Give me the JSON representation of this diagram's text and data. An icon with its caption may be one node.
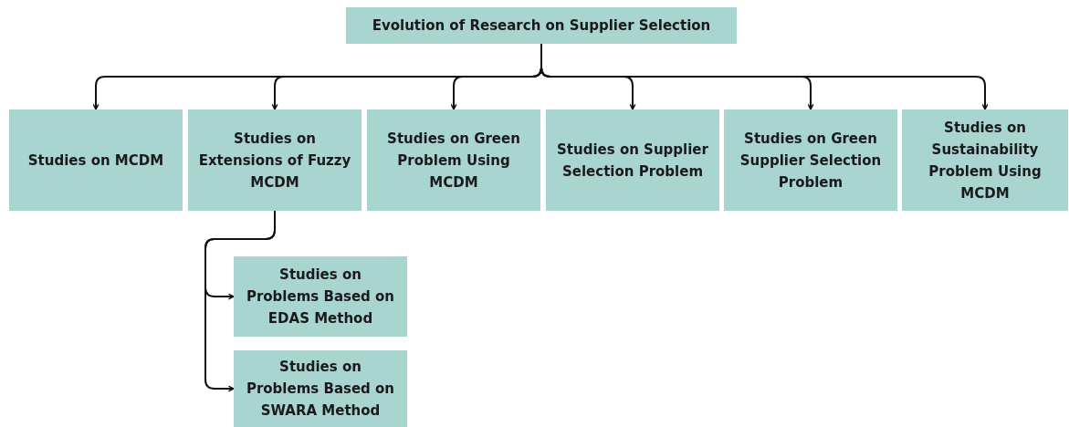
{
  "diagram": {
    "nodes": [
      {
        "text": [
          "Evolution of Research on Supplier Selection"
        ]
      },
      {
        "text": [
          "Studies on MCDM"
        ]
      },
      {
        "text": [
          "Studies on Extensions of Fuzzy MCDM"
        ]
      },
      {
        "text": [
          "Studies on Green Problem Using MCDM"
        ]
      },
      {
        "text": [
          "Studies on Supplier Selection Problem"
        ]
      },
      {
        "text": [
          "Studies on Green Supplier Selection Problem"
        ]
      },
      {
        "text": [
          "Studies on Sustainability Problem Using MCDM"
        ]
      },
      {
        "text": [
          "Studies on Problems Based on EDAS Method"
        ]
      },
      {
        "text": [
          "Studies on Problems Based on SWARA Method"
        ]
      }
    ],
    "edges": [
      {
        "from": 0,
        "to": 1,
        "arrow": "to"
      },
      {
        "from": 0,
        "to": 2,
        "arrow": "to"
      },
      {
        "from": 0,
        "to": 3,
        "arrow": "to"
      },
      {
        "from": 0,
        "to": 4,
        "arrow": "to"
      },
      {
        "from": 0,
        "to": 5,
        "arrow": "to"
      },
      {
        "from": 0,
        "to": 6,
        "arrow": "to"
      },
      {
        "from": 2,
        "to": 7,
        "arrow": "to"
      },
      {
        "from": 2,
        "to": 8,
        "arrow": "to"
      }
    ]
  }
}
